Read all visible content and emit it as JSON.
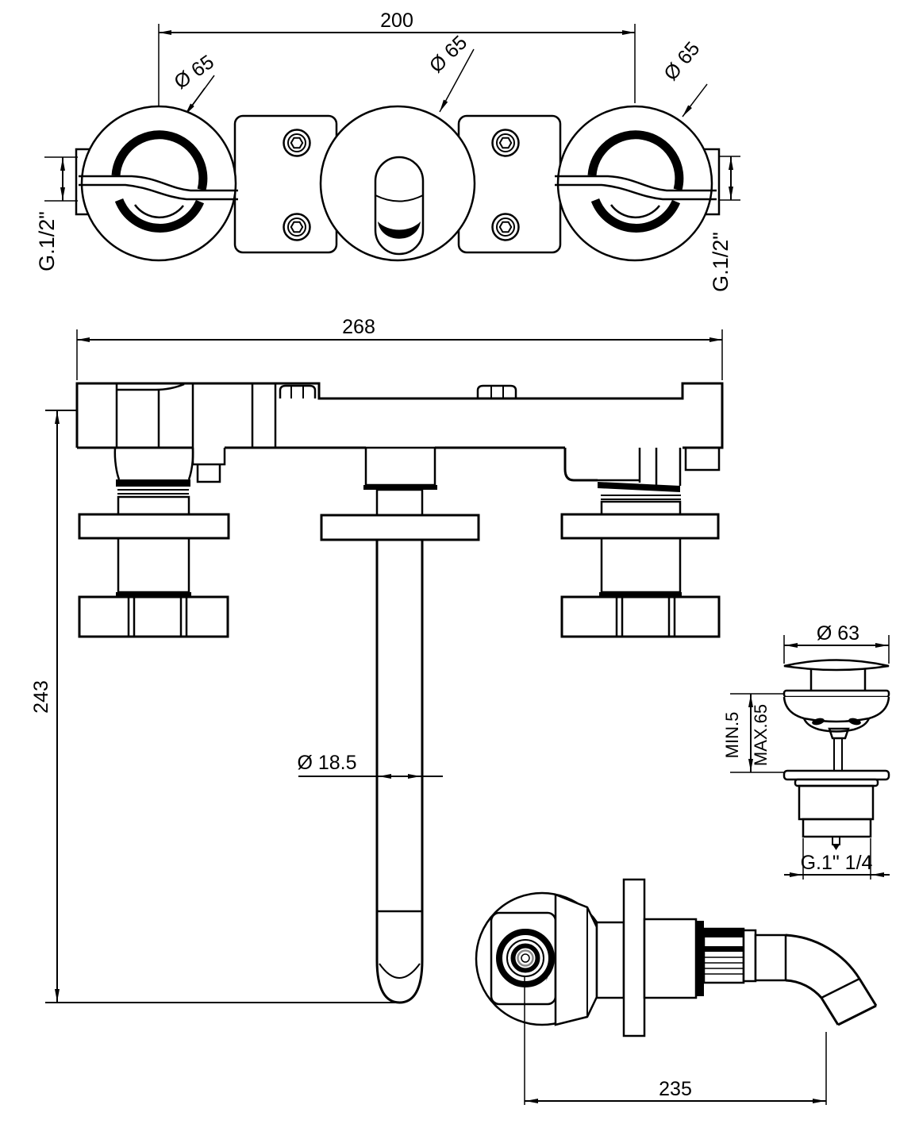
{
  "drawing": {
    "type": "technical-drawing",
    "product": "wall-mounted three-hole basin mixer with spout and pop-up waste",
    "colors": {
      "line": "#000000",
      "background": "#ffffff"
    },
    "views": {
      "top": {
        "dim_span": "200",
        "dia_left": "Ø 65",
        "dia_center": "Ø 65",
        "dia_right": "Ø 65",
        "thread_left": "G.1/2\"",
        "thread_right": "G.1/2\""
      },
      "front": {
        "dim_width": "268",
        "dim_height": "243",
        "spout_dia": "Ø 18.5"
      },
      "side": {
        "dim_projection": "235"
      },
      "waste": {
        "dim_dia": "Ø 63",
        "dim_min": "MIN.5",
        "dim_max": "MAX.65",
        "dim_thread": "G.1\" 1/4"
      }
    }
  }
}
